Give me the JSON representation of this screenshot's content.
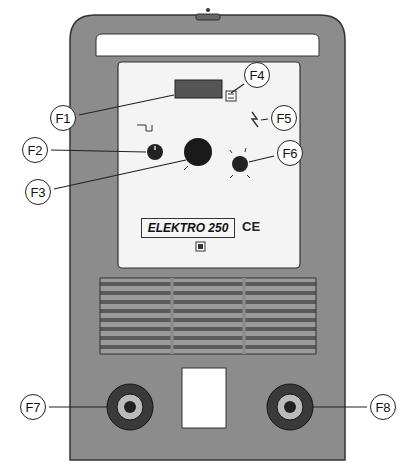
{
  "diagram": {
    "nodes": [
      {
        "text": [
          "F4"
        ]
      },
      {
        "text": [
          "F1"
        ]
      },
      {
        "text": [
          "F5"
        ]
      },
      {
        "text": [
          "F2"
        ]
      },
      {
        "text": [
          "F6"
        ]
      },
      {
        "text": [
          "F3"
        ]
      },
      {
        "text": [
          "ELEKTRO 250"
        ]
      },
      {
        "text": [
          "F7"
        ]
      },
      {
        "text": [
          "F8"
        ]
      }
    ],
    "edges": [],
    "labels": [
      "CE"
    ]
  }
}
